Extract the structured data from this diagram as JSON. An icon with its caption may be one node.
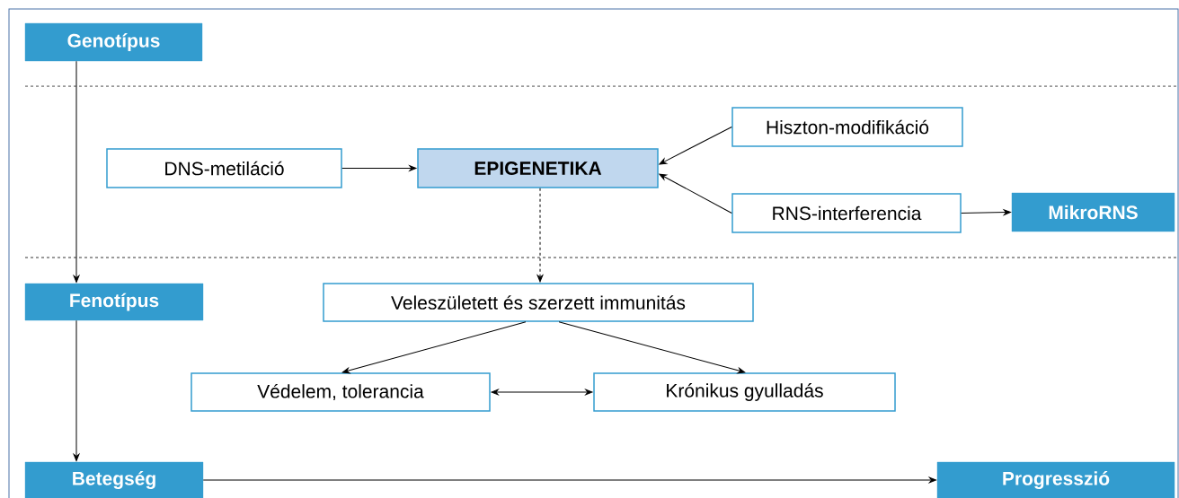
{
  "diagram": {
    "nodes": [
      {
        "text": [
          "Genotípus"
        ]
      },
      {
        "text": [
          "Hiszton-modifikáció"
        ]
      },
      {
        "text": [
          "DNS-metiláció"
        ]
      },
      {
        "text": [
          "EPIGENETIKA"
        ]
      },
      {
        "text": [
          "RNS-interferencia"
        ]
      },
      {
        "text": [
          "MikroRNS"
        ]
      },
      {
        "text": [
          "Fenotípus"
        ]
      },
      {
        "text": [
          "Veleszületett és szerzett immunitás"
        ]
      },
      {
        "text": [
          "Védelem, tolerancia"
        ]
      },
      {
        "text": [
          "Krónikus gyulladás"
        ]
      },
      {
        "text": [
          "Betegség"
        ]
      },
      {
        "text": [
          "Progresszió"
        ]
      }
    ],
    "edges": [
      {
        "from": 0,
        "to": 6,
        "arrow": "to"
      },
      {
        "from": 6,
        "to": 10,
        "arrow": "to"
      },
      {
        "from": 10,
        "to": 11,
        "arrow": "to"
      },
      {
        "from": 2,
        "to": 3,
        "arrow": "to"
      },
      {
        "from": 1,
        "to": 3,
        "arrow": "to"
      },
      {
        "from": 4,
        "to": 3,
        "arrow": "to"
      },
      {
        "from": 4,
        "to": 5,
        "arrow": "to"
      },
      {
        "from": 3,
        "to": 7,
        "arrow": "to",
        "style": "dashed"
      },
      {
        "from": 7,
        "to": 8,
        "arrow": "to"
      },
      {
        "from": 7,
        "to": 9,
        "arrow": "to"
      },
      {
        "from": 8,
        "to": 9,
        "arrow": "both"
      }
    ]
  }
}
